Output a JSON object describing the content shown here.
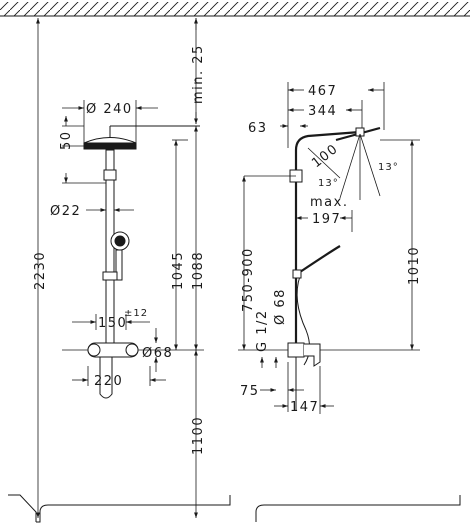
{
  "front_view": {
    "dims": {
      "head_diameter": "Ø 240",
      "min_clearance": "min. 25",
      "offset_50": "50",
      "rail_diameter": "Ø22",
      "h_1045": "1045",
      "h_1088": "1088",
      "total_2230": "2230",
      "w_150": "150",
      "tol_12": "±12",
      "d_68": "Ø68",
      "w_220": "220",
      "h_1100": "1100"
    }
  },
  "side_view": {
    "dims": {
      "w_467": "467",
      "w_344": "344",
      "d_63": "63",
      "d_100": "100",
      "angle_13_a": "13°",
      "angle_13_b": "13°",
      "max": "max.",
      "w_197": "197",
      "range_750_900": "750-900",
      "g_half": "G 1/2",
      "d_68": "Ø 68",
      "h_1010": "1010",
      "d_75": "75",
      "d_147": "147"
    }
  }
}
